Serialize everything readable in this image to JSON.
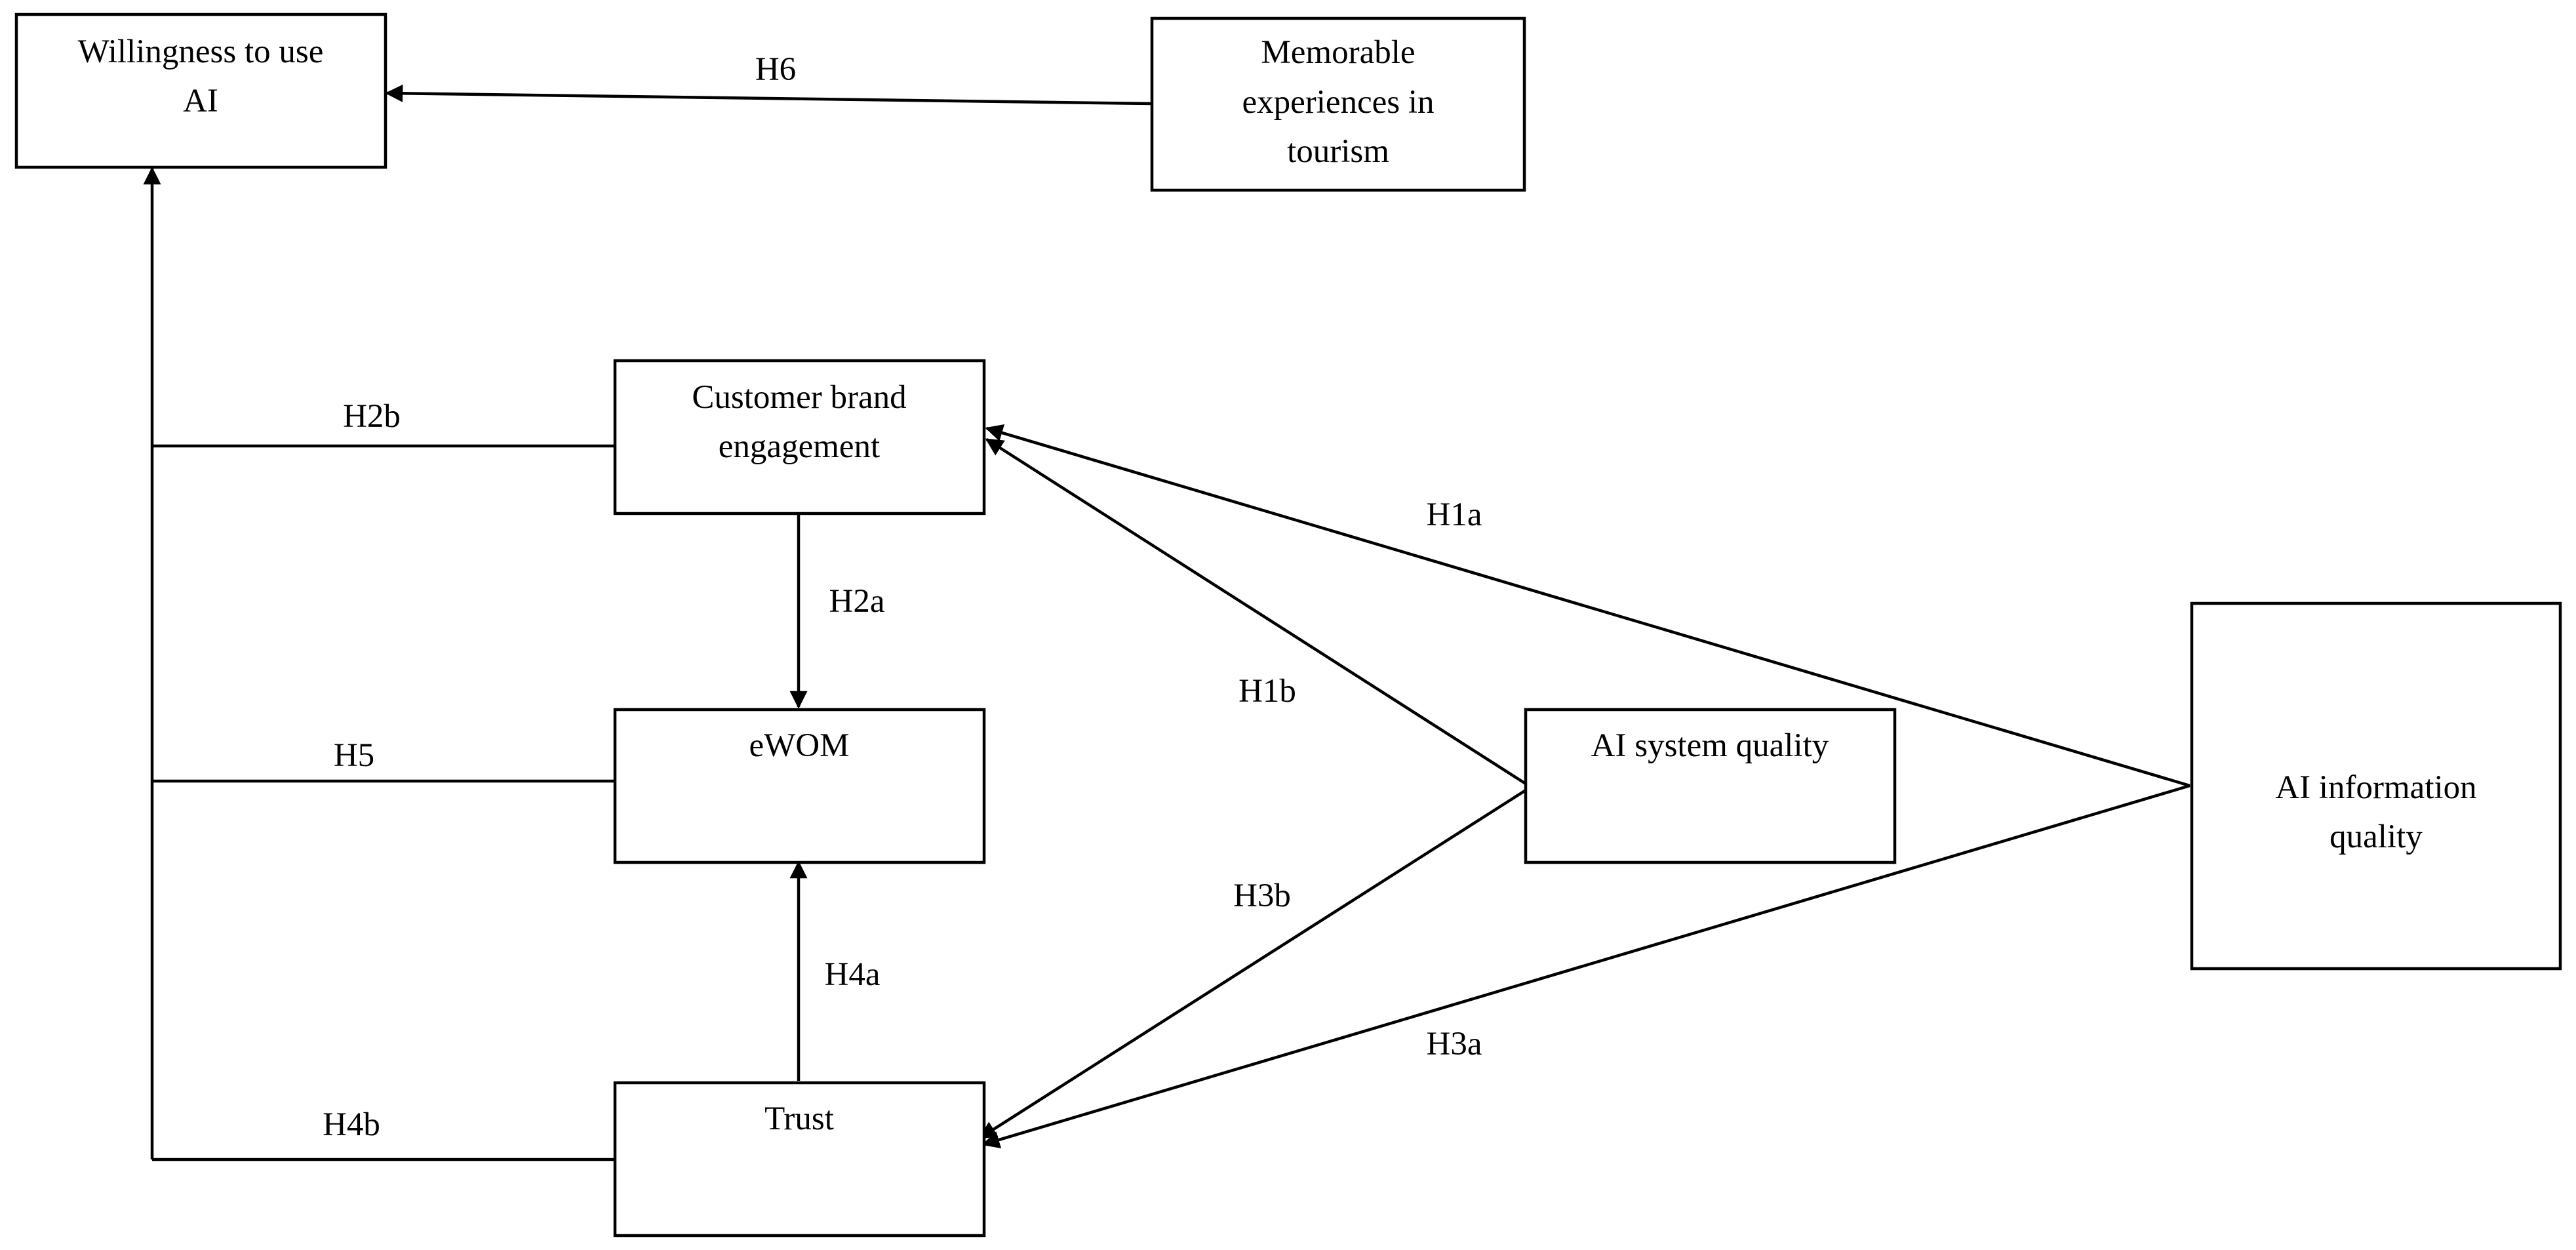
{
  "nodes": {
    "willingness": {
      "lines": [
        "Willingness to use",
        "AI"
      ]
    },
    "memorable": {
      "lines": [
        "Memorable",
        "experiences in",
        "tourism"
      ]
    },
    "cbe": {
      "lines": [
        "Customer brand",
        "engagement"
      ]
    },
    "ewom": {
      "lines": [
        "eWOM"
      ]
    },
    "trust": {
      "lines": [
        "Trust"
      ]
    },
    "system_quality": {
      "lines": [
        "AI system quality"
      ]
    },
    "information_quality": {
      "lines": [
        "AI information",
        "quality"
      ]
    }
  },
  "hypotheses": {
    "h1a": {
      "label": "H1a",
      "from": "AI information quality",
      "to": "Customer brand engagement"
    },
    "h1b": {
      "label": "H1b",
      "from": "AI system quality",
      "to": "Customer brand engagement"
    },
    "h2a": {
      "label": "H2a",
      "from": "Customer brand engagement",
      "to": "eWOM"
    },
    "h2b": {
      "label": "H2b",
      "from": "Customer brand engagement",
      "to": "Willingness to use AI"
    },
    "h3a": {
      "label": "H3a",
      "from": "AI information quality",
      "to": "Trust"
    },
    "h3b": {
      "label": "H3b",
      "from": "AI system quality",
      "to": "Trust"
    },
    "h4a": {
      "label": "H4a",
      "from": "Trust",
      "to": "eWOM"
    },
    "h4b": {
      "label": "H4b",
      "from": "Trust",
      "to": "Willingness to use AI"
    },
    "h5": {
      "label": "H5",
      "from": "eWOM",
      "to": "Willingness to use AI"
    },
    "h6": {
      "label": "H6",
      "from": "Memorable experiences in tourism",
      "to": "Willingness to use AI"
    }
  }
}
